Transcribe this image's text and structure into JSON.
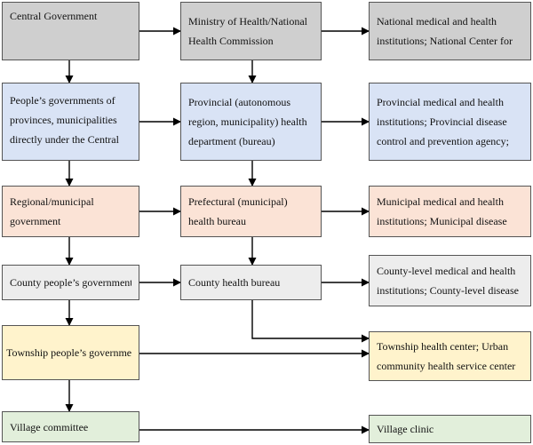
{
  "colors": {
    "national": "#cfcfcf",
    "provincial": "#d9e3f5",
    "municipal": "#fbe3d6",
    "county": "#ededed",
    "township": "#fff3cc",
    "village": "#e2efdb",
    "border": "#555555",
    "arrow": "#000000"
  },
  "government": {
    "central": "Central Government",
    "provincial_lines": [
      "People’s governments of",
      "provinces, municipalities",
      "directly under the Central"
    ],
    "municipal_lines": [
      "Regional/municipal",
      "government"
    ],
    "county": "County people’s government",
    "township": "Township people’s government",
    "village": "Village committee"
  },
  "health_admin": {
    "national_lines": [
      "Ministry  of  Health/National",
      "Health Commission"
    ],
    "provincial_lines": [
      "Provincial  (autonomous",
      "region, municipality) health",
      "department (bureau)"
    ],
    "municipal_lines": [
      "Prefectural  (municipal)",
      "health bureau"
    ],
    "county": "County health bureau"
  },
  "institutions": {
    "national_lines": [
      "National medical and health",
      "institutions; National Center for"
    ],
    "provincial_lines": [
      "Provincial medical and health",
      "institutions; Provincial disease",
      "control and prevention agency;"
    ],
    "municipal_lines": [
      "Municipal medical and health",
      "institutions; Municipal disease"
    ],
    "county_lines": [
      "County-level medical and health",
      "institutions; County-level disease"
    ],
    "township_lines": [
      "Township  health center;  Urban",
      "community health service center"
    ],
    "village": "Village clinic"
  }
}
